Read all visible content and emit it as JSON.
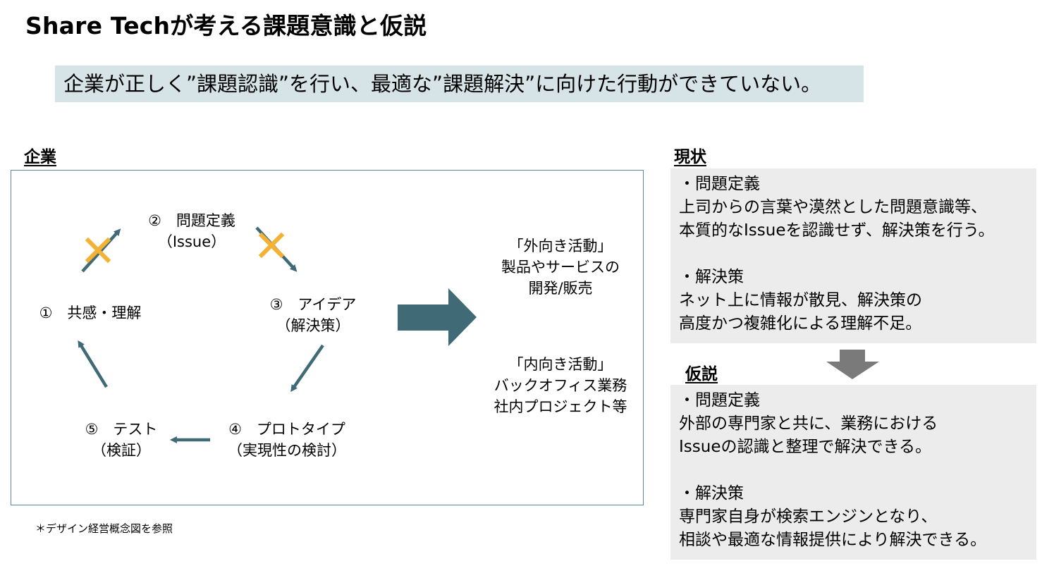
{
  "title": "Share Techが考える課題意識と仮説",
  "banner": "企業が正しく”課題認識”を行い、最適な”課題解決”に向けた行動ができていない。",
  "left_section": {
    "heading": "企業",
    "nodes": {
      "n1": [
        "①　共感・理解"
      ],
      "n2": [
        "②　問題定義",
        "（Issue）"
      ],
      "n3": [
        "③　アイデア",
        "（解決策）"
      ],
      "n4": [
        "④　プロトタイプ",
        "（実現性の検討）"
      ],
      "n5": [
        "⑤　テスト",
        "（検証）"
      ]
    },
    "outer_activity": [
      "「外向き活動」",
      "製品やサービスの",
      "開発/販売"
    ],
    "inner_activity": [
      "「内向き活動」",
      "バックオフィス業務",
      "社内プロジェクト等"
    ],
    "note": "＊デザイン経営概念図を参照"
  },
  "current": {
    "heading": "現状",
    "problem_label": "・問題定義",
    "problem_lines": [
      "上司からの言葉や漠然とした問題意識等、",
      "本質的なIssueを認識せず、解決策を行う。"
    ],
    "solution_label": "・解決策",
    "solution_lines": [
      "ネット上に情報が散見、解決策の",
      "高度かつ複雑化による理解不足。"
    ]
  },
  "hypothesis": {
    "heading": "仮説",
    "problem_label": "・問題定義",
    "problem_lines": [
      "外部の専門家と共に、業務における",
      "Issueの認識と整理で解決できる。"
    ],
    "solution_label": "・解決策",
    "solution_lines": [
      "専門家自身が検索エンジンとなり、",
      "相談や最適な情報提供により解決できる。"
    ]
  },
  "colors": {
    "arrow": "#3f6a76",
    "cross": "#f2b233",
    "banner_bg": "#d7e4e7",
    "panel_border": "#5f8594",
    "gray_box": "#ececec",
    "down_arrow": "#7a7a7a"
  }
}
